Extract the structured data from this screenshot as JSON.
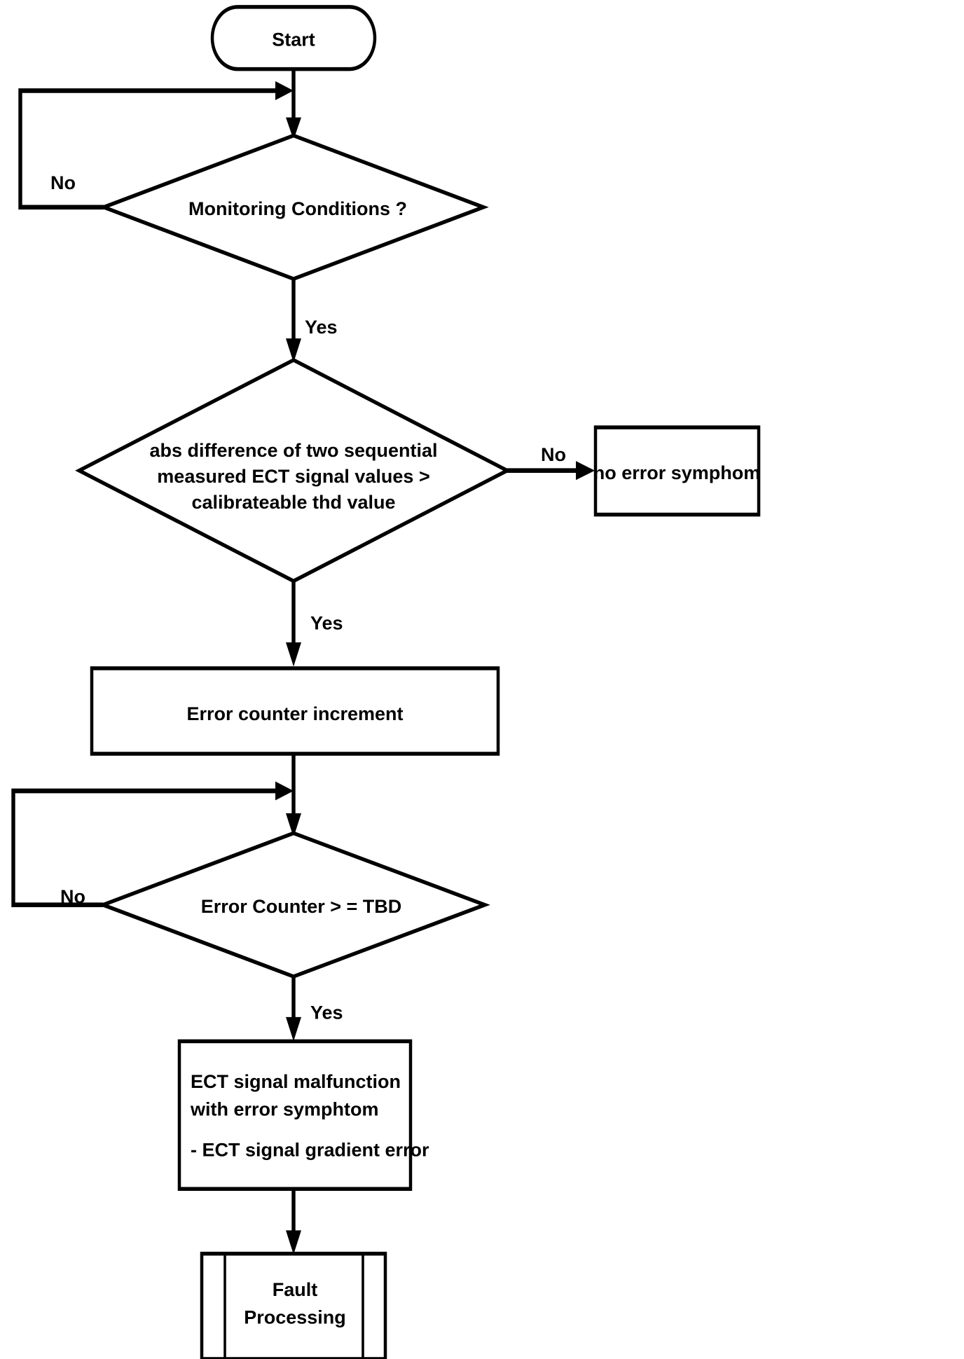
{
  "diagram": {
    "title": "ECT signal gradient error monitoring flowchart",
    "background_color": "#ffffff",
    "line_color": "#000000",
    "nodes": {
      "start": {
        "label": "Start",
        "shape": "terminator"
      },
      "monitoring_conditions": {
        "label": "Monitoring Conditions ?",
        "shape": "decision"
      },
      "abs_difference": {
        "line1": "abs difference of two sequential",
        "line2": "measured ECT signal values >",
        "line3": "calibrateable thd value",
        "shape": "decision"
      },
      "no_error_symphom": {
        "label": "no error symphom",
        "shape": "process"
      },
      "error_counter_increment": {
        "label": "Error counter increment",
        "shape": "process"
      },
      "error_counter_tbd": {
        "label": "Error Counter > = TBD",
        "shape": "decision"
      },
      "ect_malfunction": {
        "line1": "ECT signal malfunction",
        "line2": "with error symphtom",
        "line3": "- ECT signal gradient error",
        "shape": "process"
      },
      "fault_processing": {
        "line1": "Fault",
        "line2": "Processing",
        "shape": "predefined-process"
      }
    },
    "edge_labels": {
      "monitoring_no": "No",
      "monitoring_yes": "Yes",
      "abs_difference_no": "No",
      "abs_difference_yes": "Yes",
      "counter_no": "No",
      "counter_yes": "Yes"
    }
  }
}
